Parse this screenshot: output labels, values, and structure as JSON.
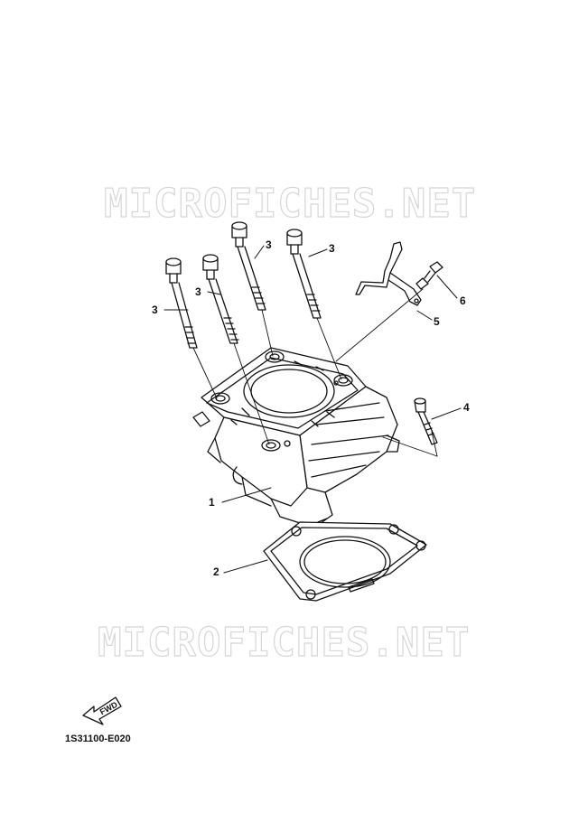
{
  "watermarks": [
    "MICROFICHES.NET",
    "MICROFICHES.NET"
  ],
  "callouts": {
    "c1": "1",
    "c2": "2",
    "c3a": "3",
    "c3b": "3",
    "c3c": "3",
    "c3d": "3",
    "c4": "4",
    "c5": "5",
    "c6": "6"
  },
  "fwd_label": "FWD",
  "diagram_code": "1S31100-E020"
}
